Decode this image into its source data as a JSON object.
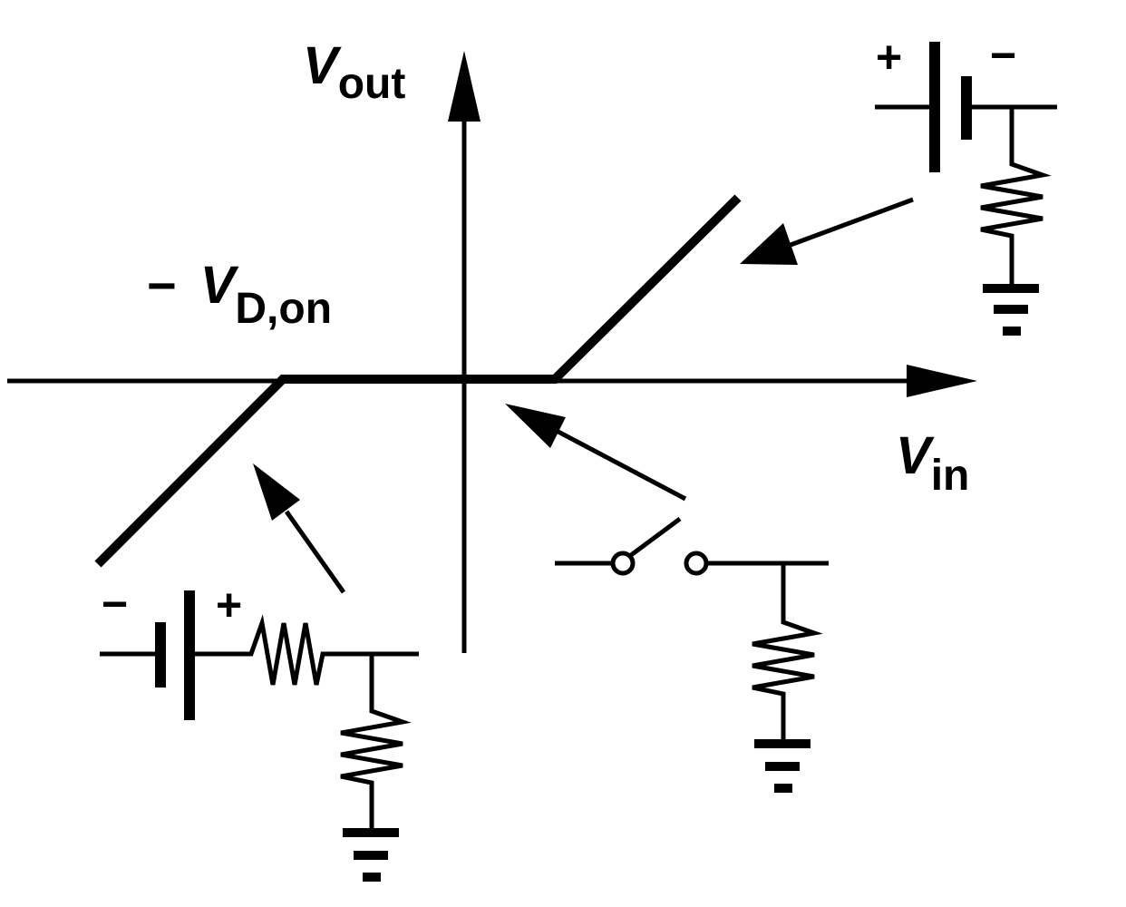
{
  "labels": {
    "vout_main": "V",
    "vout_sub": "out",
    "vin_main": "V",
    "vin_sub": "in",
    "vd_prefix": "−",
    "vd_main": "V",
    "vd_sub": "D,on",
    "top_plus": "+",
    "top_minus": "−",
    "bottom_minus": "−",
    "bottom_plus": "+"
  },
  "colors": {
    "stroke": "#000000",
    "background": "#ffffff"
  }
}
